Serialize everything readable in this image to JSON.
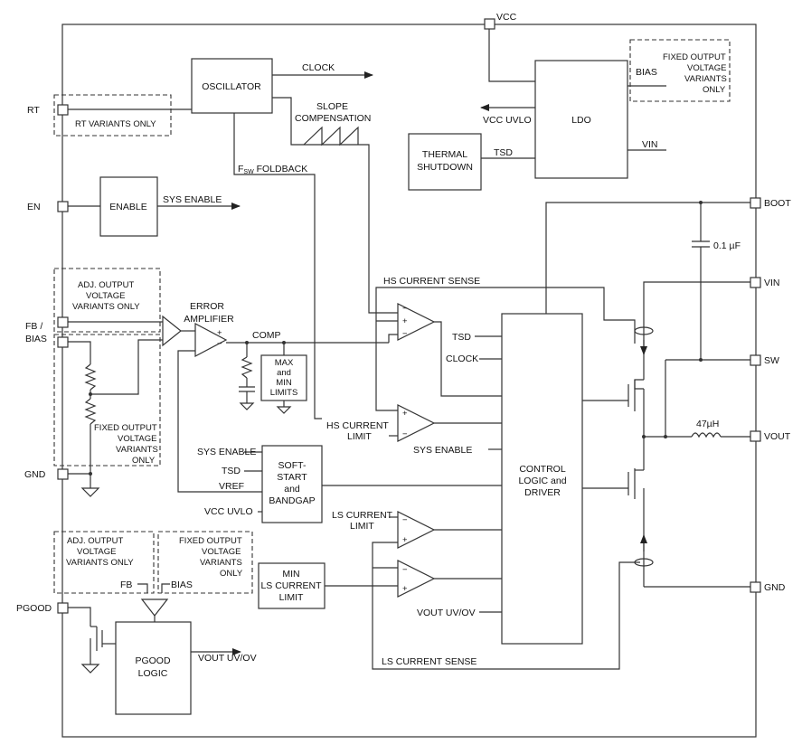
{
  "pins": {
    "vcc": "VCC",
    "rt": "RT",
    "en": "EN",
    "fb_bias_1": "FB /",
    "fb_bias_2": "BIAS",
    "gnd_left": "GND",
    "pgood": "PGOOD",
    "boot": "BOOT",
    "vin": "VIN",
    "sw": "SW",
    "vout": "VOUT",
    "gnd_right": "GND"
  },
  "blocks": {
    "oscillator": "OSCILLATOR",
    "enable": "ENABLE",
    "ldo": "LDO",
    "thermal_1": "THERMAL",
    "thermal_2": "SHUTDOWN",
    "control_1": "CONTROL",
    "control_2": "LOGIC and",
    "control_3": "DRIVER",
    "softstart_1": "SOFT-",
    "softstart_2": "START",
    "softstart_3": "and",
    "softstart_4": "BANDGAP",
    "maxmin_1": "MAX",
    "maxmin_2": "and",
    "maxmin_3": "MIN",
    "maxmin_4": "LIMITS",
    "minls_1": "MIN",
    "minls_2": "LS CURRENT",
    "minls_3": "LIMIT",
    "pgood_1": "PGOOD",
    "pgood_2": "LOGIC"
  },
  "regions": {
    "rt_variants": "RT VARIANTS ONLY",
    "adj_top_1": "ADJ. OUTPUT",
    "adj_top_2": "VOLTAGE",
    "adj_top_3": "VARIANTS ONLY",
    "fixed_left_1": "FIXED OUTPUT",
    "fixed_left_2": "VOLTAGE",
    "fixed_left_3": "VARIANTS",
    "fixed_left_4": "ONLY",
    "adj_bot_1": "ADJ. OUTPUT",
    "adj_bot_2": "VOLTAGE",
    "adj_bot_3": "VARIANTS ONLY",
    "fixed_bot_1": "FIXED OUTPUT",
    "fixed_bot_2": "VOLTAGE",
    "fixed_bot_3": "VARIANTS",
    "fixed_bot_4": "ONLY",
    "fixed_right_1": "FIXED OUTPUT",
    "fixed_right_2": "VOLTAGE",
    "fixed_right_3": "VARIANTS",
    "fixed_right_4": "ONLY"
  },
  "signals": {
    "clock": "CLOCK",
    "slope_1": "SLOPE",
    "slope_2": "COMPENSATION",
    "fsw_f": "F",
    "fsw_sub": "SW",
    "fsw_rest": " FOLDBACK",
    "sys_enable": "SYS ENABLE",
    "vcc_uvlo": "VCC UVLO",
    "tsd": "TSD",
    "vin_ldo": "VIN",
    "bias": "BIAS",
    "error_amp_1": "ERROR",
    "error_amp_2": "AMPLIFIER",
    "comp": "COMP",
    "hs_sense": "HS CURRENT SENSE",
    "tsd_ctrl": "TSD",
    "clock_ctrl": "CLOCK",
    "hs_limit_1": "HS CURRENT",
    "hs_limit_2": "LIMIT",
    "sys_enable_ctrl": "SYS ENABLE",
    "ss_sys_enable": "SYS ENABLE",
    "ss_tsd": "TSD",
    "ss_vref": "VREF",
    "ss_vcc_uvlo": "VCC UVLO",
    "ls_limit_1": "LS CURRENT",
    "ls_limit_2": "LIMIT",
    "vout_uvov": "VOUT UV/OV",
    "ls_sense": "LS CURRENT SENSE",
    "fb": "FB",
    "bias_bot": "BIAS",
    "vout_uvov_out": "VOUT UV/OV",
    "cap": "0.1 µF",
    "inductor": "47µH"
  }
}
